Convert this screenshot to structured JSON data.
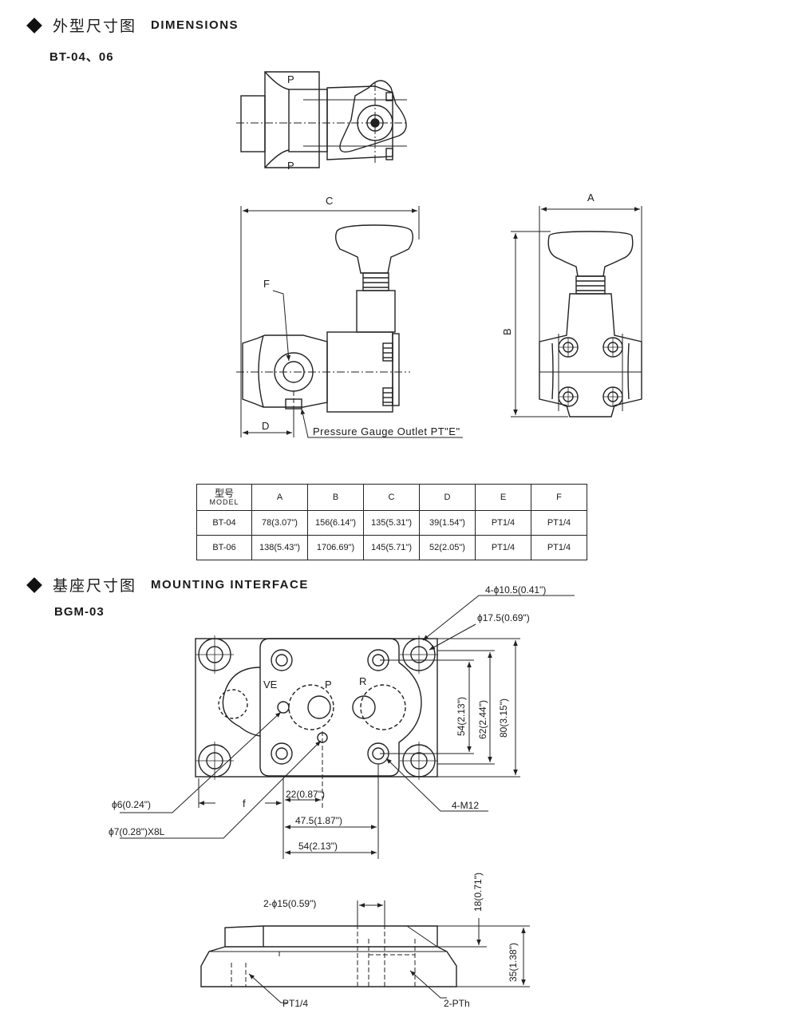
{
  "sections": {
    "dimensions": {
      "title_zh": "外型尺寸图",
      "title_en": "DIMENSIONS",
      "model": "BT-04、06"
    },
    "mounting": {
      "title_zh": "基座尺寸图",
      "title_en": "MOUNTING INTERFACE",
      "model": "BGM-03"
    }
  },
  "top_view": {
    "port_top": "P",
    "port_bottom": "P"
  },
  "front_view": {
    "dim_c": "C",
    "dim_d": "D",
    "label_f": "F",
    "gauge_outlet": "Pressure Gauge Outlet PT\"E\""
  },
  "side_view": {
    "dim_a": "A",
    "dim_b": "B"
  },
  "table": {
    "header_model_zh": "型号",
    "header_model_en": "MODEL",
    "columns": [
      "A",
      "B",
      "C",
      "D",
      "E",
      "F"
    ],
    "rows": [
      {
        "model": "BT-04",
        "A": "78(3.07\")",
        "B": "156(6.14\")",
        "C": "135(5.31\")",
        "D": "39(1.54\")",
        "E": "PT1/4",
        "F": "PT1/4"
      },
      {
        "model": "BT-06",
        "A": "138(5.43\")",
        "B": "1706.69\")",
        "C": "145(5.71\")",
        "D": "52(2.05\")",
        "E": "PT1/4",
        "F": "PT1/4"
      }
    ]
  },
  "mounting_plan": {
    "hole_4": "4-ϕ10.5(0.41\")",
    "hole_cb": "ϕ17.5(0.69\")",
    "port_ve": "VE",
    "port_p": "P",
    "port_r": "R",
    "dim_54v": "54(2.13\")",
    "dim_62v": "62(2.44\")",
    "dim_80v": "80(3.15\")",
    "dim_22": "22(0.87\")",
    "dim_475": "47.5(1.87\")",
    "dim_54h": "54(2.13\")",
    "f_label": "f",
    "phi6": "ϕ6(0.24\")",
    "phi7": "ϕ7(0.28\")X8L",
    "m12": "4-M12"
  },
  "mounting_side": {
    "dim_2phi15": "2-ϕ15(0.59\")",
    "dim_18": "18(0.71\")",
    "dim_35": "35(1.38\")",
    "pt14": "PT1/4",
    "pth": "2-PTh"
  }
}
